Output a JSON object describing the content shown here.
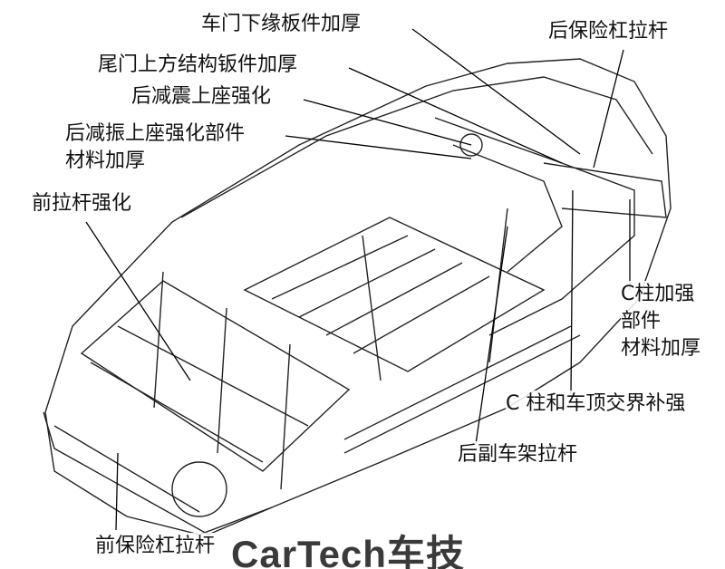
{
  "labels": {
    "door_sill": "车门下缘板件加厚",
    "tailgate": "尾门上方结构钣件加厚",
    "rear_shock_mount": "后减震上座强化",
    "rear_shock_parts_1": "后减振上座强化部件",
    "rear_shock_parts_2": "材料加厚",
    "front_tie_rod": "前拉杆强化",
    "rear_bumper_rod": "后保险杠拉杆",
    "c_pillar_1": "C柱加强",
    "c_pillar_2": "部件",
    "c_pillar_3": "材料加厚",
    "c_pillar_roof": "C 柱和车顶交界补强",
    "rear_subframe_rod": "后副车架拉杆",
    "front_bumper_rod": "前保险杠拉杆"
  },
  "watermark": "CarTech车技"
}
